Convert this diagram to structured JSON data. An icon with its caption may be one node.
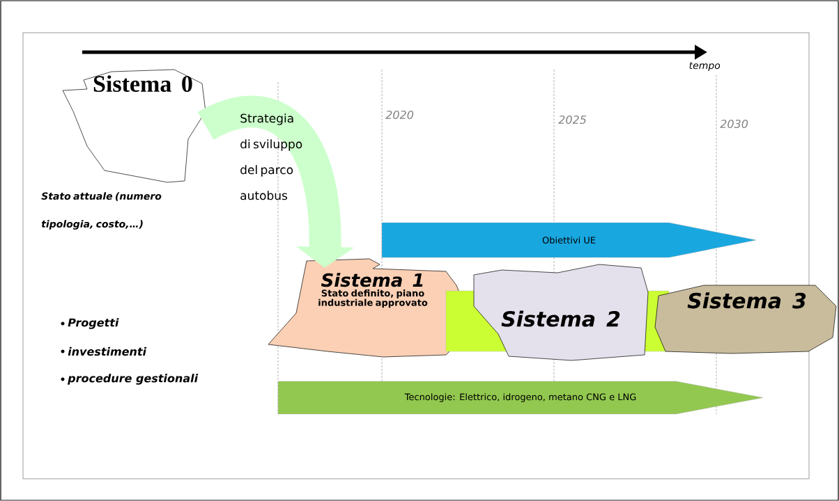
{
  "diagram": {
    "nodes": [
      {
        "text": [
          "Sistema 0"
        ]
      },
      {
        "text": [
          "Obiettivi UE"
        ]
      },
      {
        "text": [
          "Sistema 1",
          "Stato definito, piano industriale approvato"
        ]
      },
      {
        "text": [
          "Sistema 2"
        ]
      },
      {
        "text": [
          "Sistema 3"
        ]
      },
      {
        "text": [
          "Tecnologie: Elettrico, idrogeno, metano CNG e LNG"
        ]
      }
    ],
    "edges": [
      {
        "from": 0,
        "to": 2,
        "arrow": "to",
        "label": "Strategia di sviluppo del parco autobus"
      }
    ],
    "labels": [
      "tempo",
      "2020",
      "2025",
      "2030",
      "Stato attuale (numero tipologia, costo,…)",
      "Progetti",
      "investimenti",
      "procedure gestionali"
    ]
  }
}
